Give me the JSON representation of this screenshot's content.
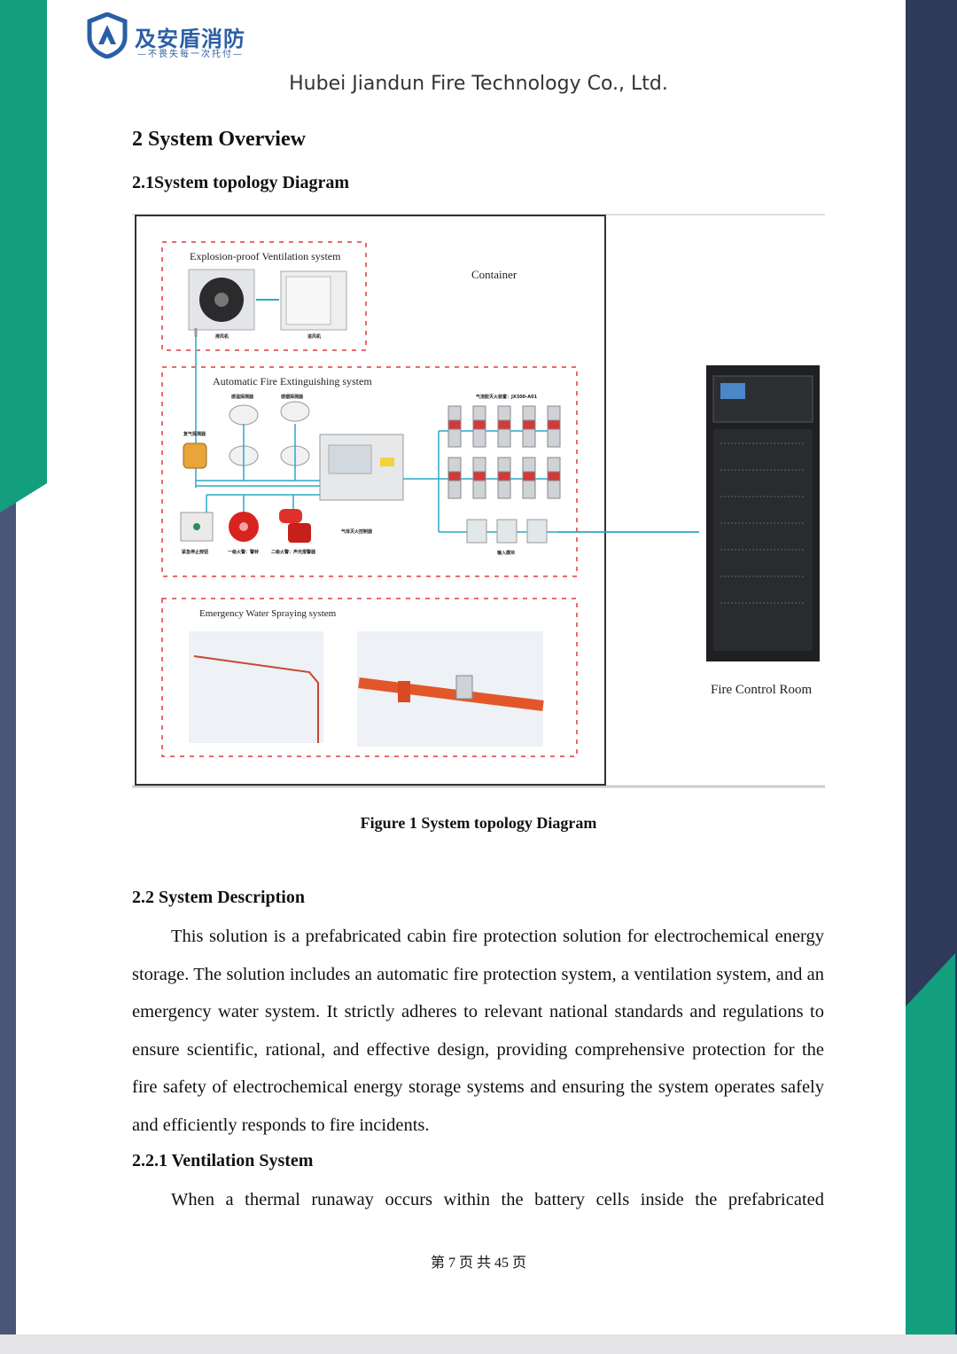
{
  "header": {
    "logo_text": "及安盾消防",
    "logo_subtitle": "—不畏失每一次托付—",
    "company_name": "Hubei Jiandun Fire Technology Co., Ltd."
  },
  "section": {
    "title": "2 System Overview",
    "subsection_topology": "2.1System topology Diagram"
  },
  "diagram": {
    "ventilation_label": "Explosion-proof   Ventilation system",
    "container_label": "Container",
    "exhaust_fan": "排风机",
    "intake_fan": "进风机",
    "auto_fire_label": "Automatic Fire Extinguishing system",
    "temp_detector": "感温探测器",
    "smoke_detector": "感烟探测器",
    "gas_detector": "复气探测器",
    "extinguisher_device": "气溶胶灭火装置：JX300-A01",
    "control_panel_label": "气体灭火控制器",
    "input_module": "输入模块",
    "emergency_stop": "紧急停止按钮",
    "alarm_bell": "一级火警：警铃",
    "strobe": "二级火警：声光报警器",
    "water_label": "Emergency Water Spraying system",
    "fire_control_room": "Fire Control Room"
  },
  "figure_caption": "Figure 1 System topology Diagram",
  "description": {
    "title": "2.2 System Description",
    "paragraph": "This solution is a prefabricated cabin fire protection solution for electrochemical energy storage. The solution includes an automatic fire protection system, a ventilation system, and an emergency water system. It strictly adheres to relevant national standards and regulations to ensure scientific, rational, and effective design, providing comprehensive protection for the fire safety of electrochemical energy storage systems and ensuring the system operates safely and efficiently responds to fire incidents."
  },
  "ventilation": {
    "title": "2.2.1 Ventilation System",
    "paragraph": "When a thermal runaway occurs within the battery cells inside the prefabricated"
  },
  "footer": {
    "page_text": "第 7 页 共 45 页"
  },
  "colors": {
    "teal": "#139e7e",
    "navy": "#2f3a5b",
    "slate": "#4b5577",
    "pipe_blue": "#2ba9c8",
    "dashed_red": "#e23a3a",
    "logo_blue": "#2a5fa5"
  }
}
